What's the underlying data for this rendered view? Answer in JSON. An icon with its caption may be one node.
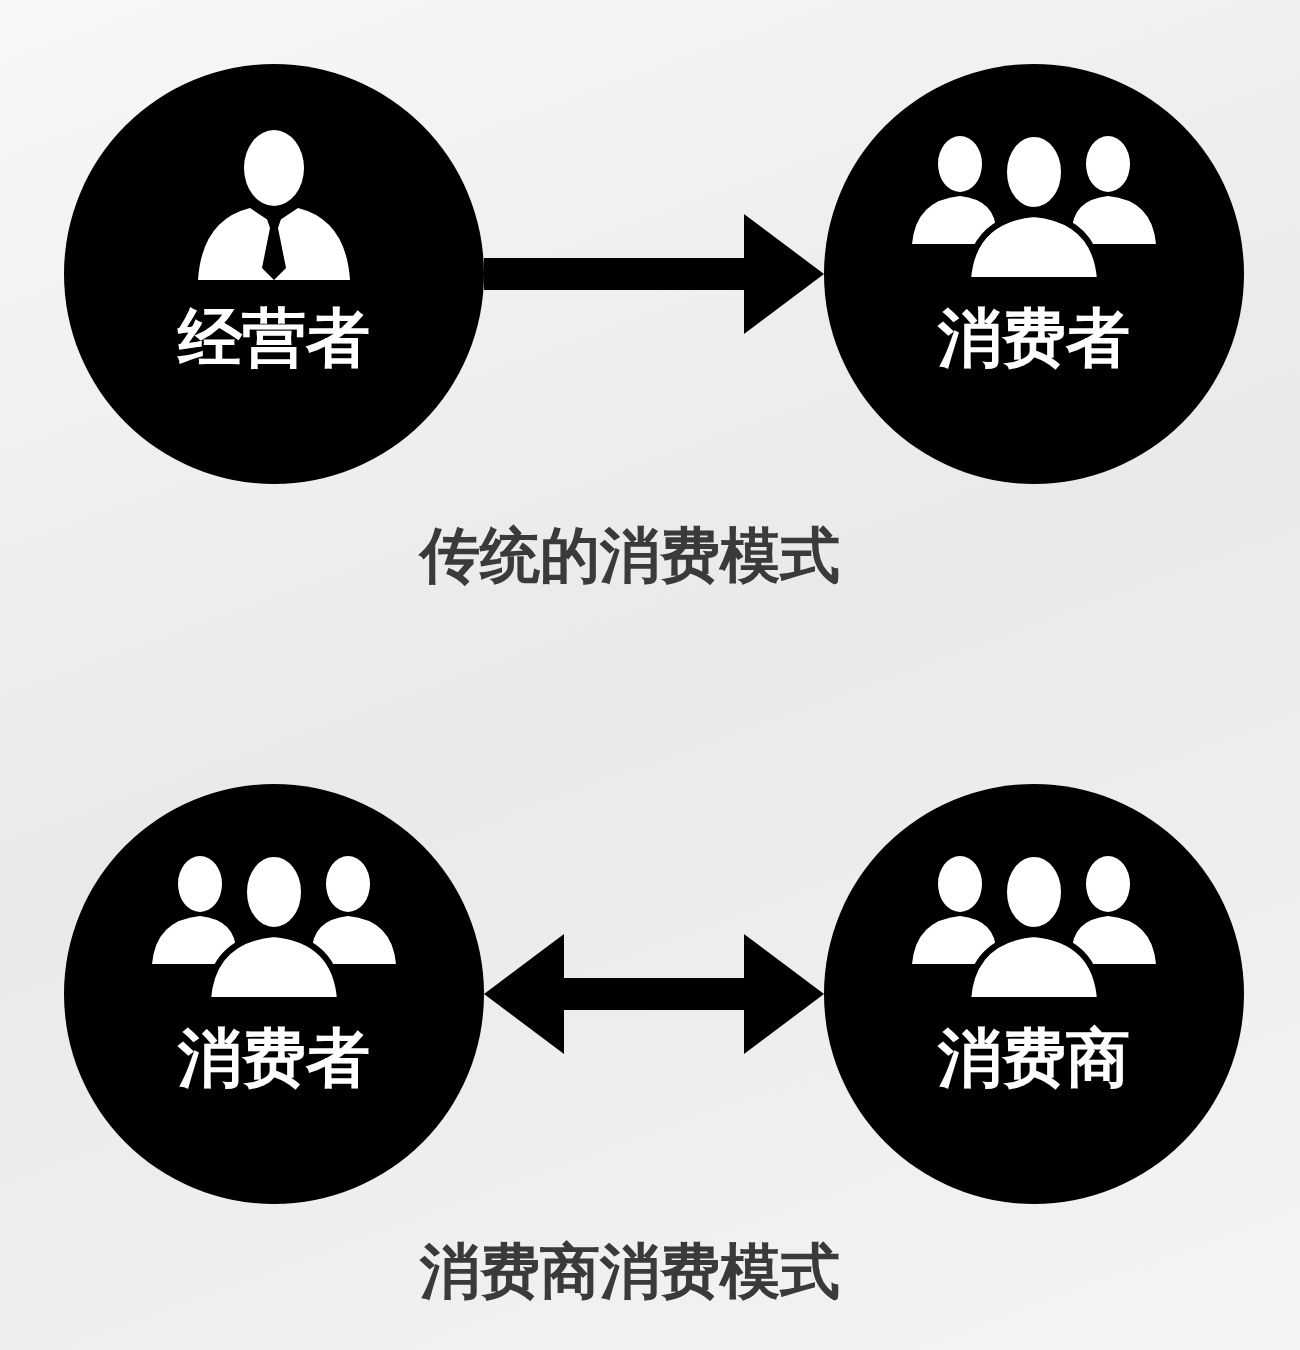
{
  "diagram": {
    "nodes": [
      {
        "text": [
          "经营者"
        ]
      },
      {
        "text": [
          "消费者"
        ]
      },
      {
        "text": [
          "消费者"
        ]
      },
      {
        "text": [
          "消费商"
        ]
      }
    ],
    "edges": [
      {
        "from": 0,
        "to": 1,
        "arrow": "to"
      },
      {
        "from": 2,
        "to": 3,
        "arrow": "both"
      }
    ],
    "labels": [
      "传统的消费模式",
      "消费商消费模式"
    ]
  }
}
